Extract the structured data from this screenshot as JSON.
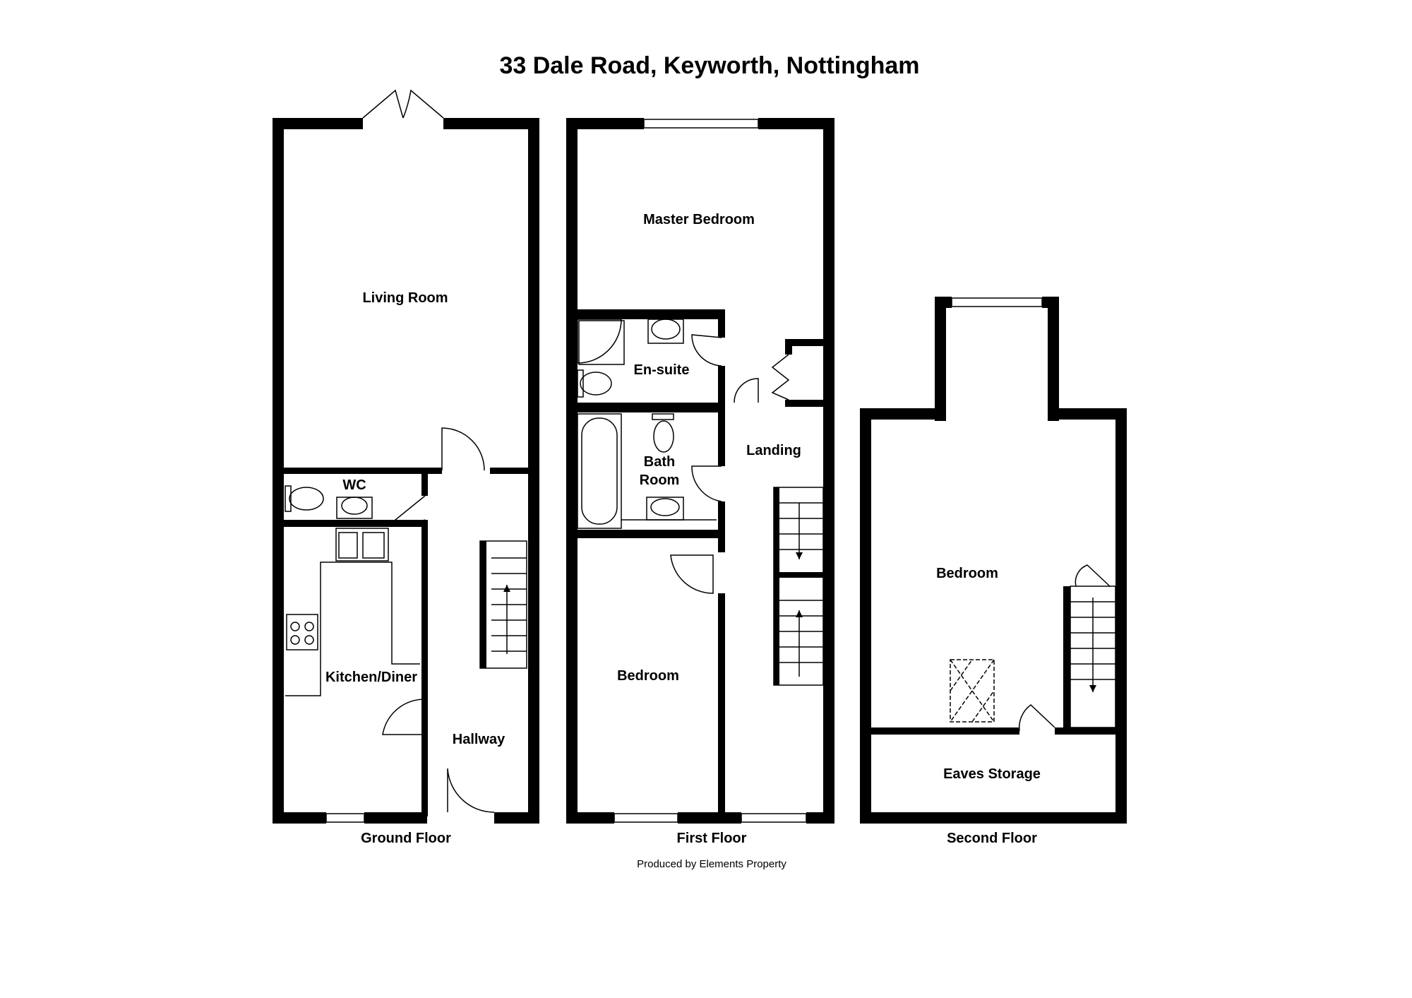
{
  "title": "33 Dale Road, Keyworth, Nottingham",
  "credit": "Produced by Elements Property",
  "floors": {
    "ground": {
      "label": "Ground Floor",
      "rooms": {
        "living_room": "Living Room",
        "wc": "WC",
        "kitchen": "Kitchen/Diner",
        "hallway": "Hallway"
      }
    },
    "first": {
      "label": "First Floor",
      "rooms": {
        "master_bedroom": "Master Bedroom",
        "ensuite": "En-suite",
        "bathroom_line1": "Bath",
        "bathroom_line2": "Room",
        "landing": "Landing",
        "bedroom": "Bedroom"
      }
    },
    "second": {
      "label": "Second Floor",
      "rooms": {
        "bedroom": "Bedroom",
        "eaves": "Eaves Storage"
      }
    }
  },
  "icons": [
    "toilet-icon",
    "basin-icon",
    "sink-icon",
    "hob-icon",
    "bath-icon",
    "shower-icon",
    "stairs-icon",
    "skylight-icon",
    "door-swing-icon",
    "window-icon"
  ]
}
